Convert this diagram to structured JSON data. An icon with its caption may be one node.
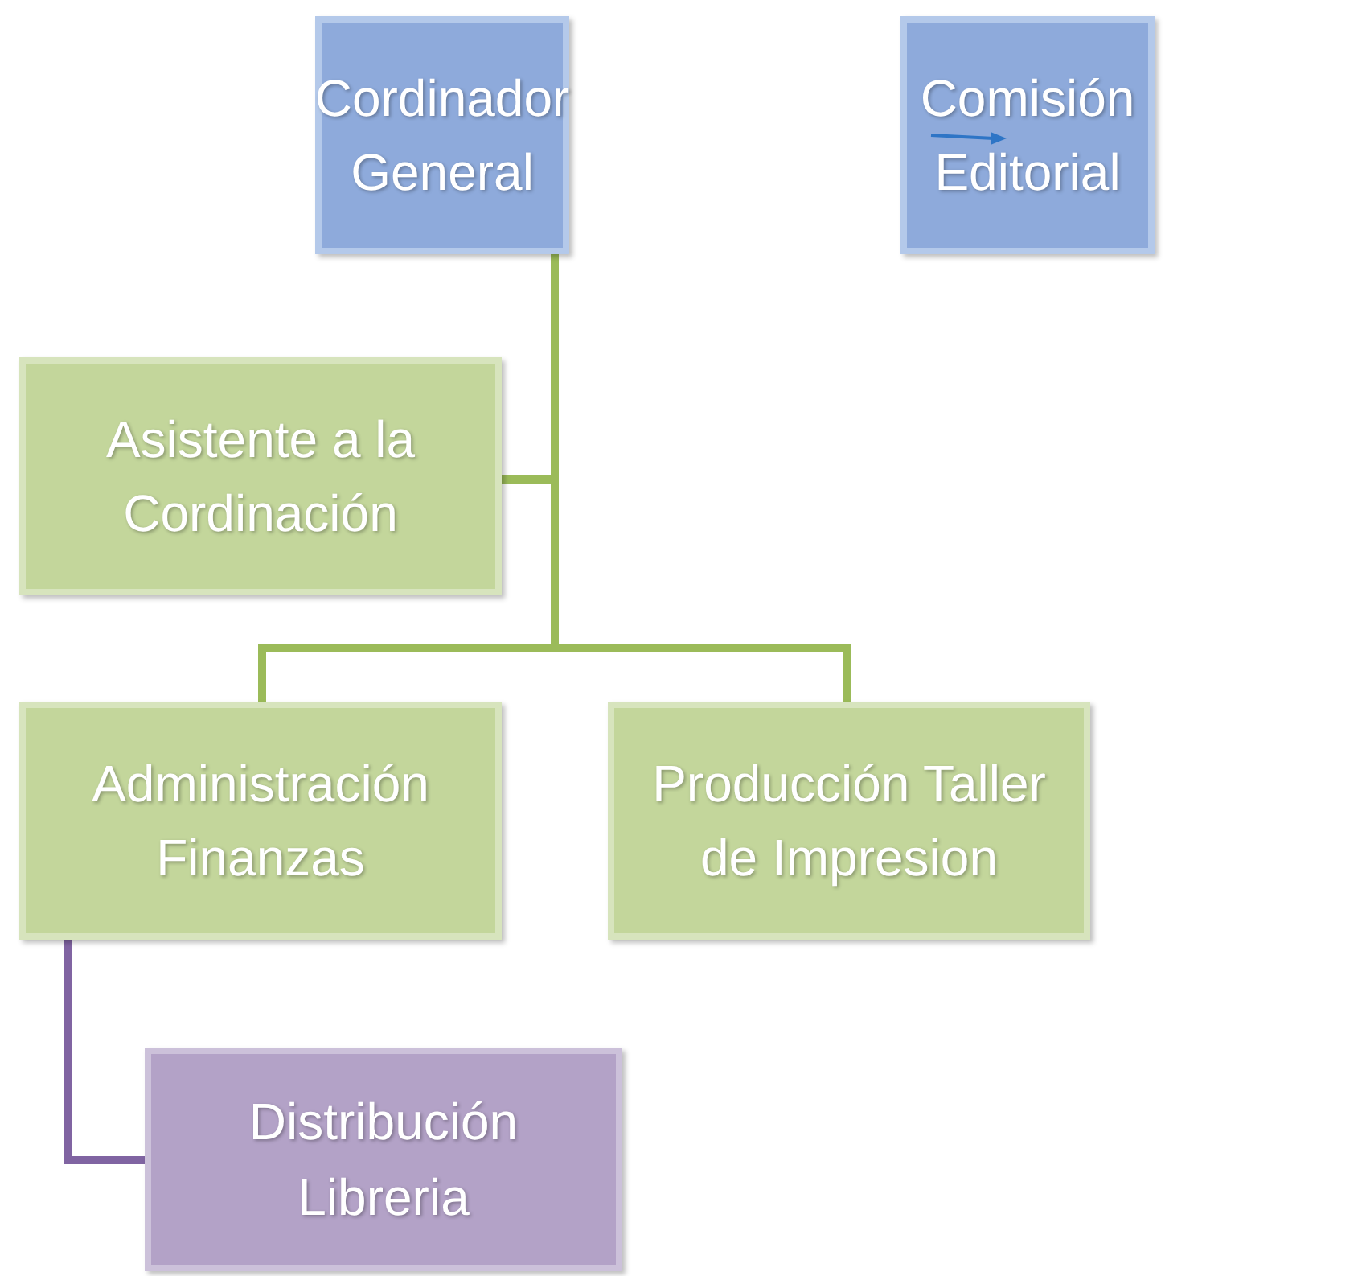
{
  "diagram": {
    "nodes": [
      {
        "text": [
          "Cordinador General"
        ]
      },
      {
        "text": [
          "Comisión Editorial"
        ]
      },
      {
        "text": [
          "Asistente a la Cordinación"
        ]
      },
      {
        "text": [
          "Administración Finanzas"
        ]
      },
      {
        "text": [
          "Producción Taller de Impresion"
        ]
      },
      {
        "text": [
          "Distribución Libreria"
        ]
      }
    ],
    "edges": [
      {
        "from": 0,
        "to": 2,
        "arrow": "none"
      },
      {
        "from": 0,
        "to": 3,
        "arrow": "none"
      },
      {
        "from": 0,
        "to": 4,
        "arrow": "none"
      },
      {
        "from": 3,
        "to": 5,
        "arrow": "none",
        "color": "#8064a2"
      }
    ]
  }
}
